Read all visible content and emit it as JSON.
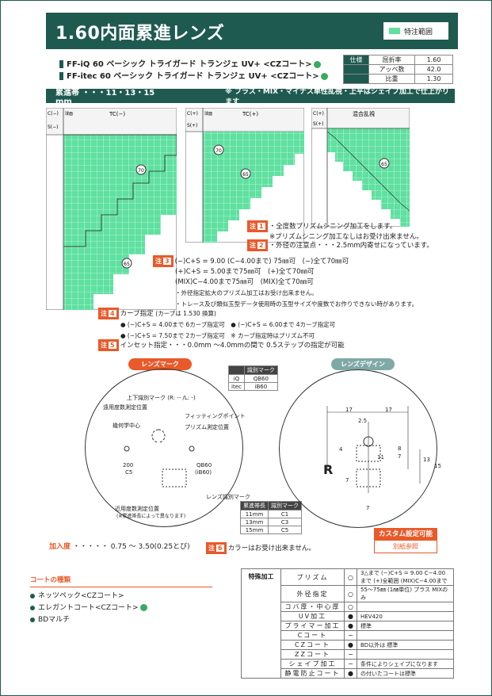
{
  "title": "1.60内面累進レンズ",
  "legend": "特注範囲",
  "products": [
    "FF-iQ 60 ベーシック トライガード トランジェ UV+ <CZコート>",
    "FF-itec 60 ベーシック トライガード トランジェ UV+ <CZコート>"
  ],
  "spec": {
    "label": "仕様",
    "rows": [
      [
        "屈折率",
        "1.60"
      ],
      [
        "アッベ数",
        "42.0"
      ],
      [
        "比重",
        "1.30"
      ]
    ]
  },
  "band": {
    "title": "累進帯 ・・・11・13・15 mm",
    "note": "※ プラス・MIX・マイナス単性乱視・上平はシェイプ加工で仕上がります"
  },
  "charts": [
    {
      "ref": "C(−)",
      "sph": "S(−)",
      "hdr": "TC(−)",
      "corner": "球面",
      "labels": [
        "70",
        "65"
      ]
    },
    {
      "ref": "C(+)",
      "sph": "S(+)",
      "hdr": "TC(+)",
      "corner": "球面",
      "labels": [
        "70",
        "65"
      ]
    },
    {
      "ref": "C(+)",
      "sph": "S(+)",
      "hdr": "混合乱視",
      "corner": "",
      "labels": [
        "65"
      ]
    }
  ],
  "notes": {
    "n1": {
      "tag": "注",
      "num": "1",
      "l1": "・全度数プリズムシニング加工をします。",
      "l2": "※プリズムシニング加工なしはお受け出来ません。"
    },
    "n2": {
      "tag": "注",
      "num": "2",
      "l1": "・外径の注意点・・・2.5mm内寄せになっています。"
    },
    "n3": {
      "tag": "注",
      "num": "3",
      "l1": "(−)C+S = 9.00 (C−4.00まで) 75㎜可　(−)全て70㎜可",
      "l2": "(+)C+S = 5.00まで75㎜可　(+)全て70㎜可",
      "l3": "(MIX)C−4.00まで75㎜可　(MIX)全て70㎜可",
      "l4": "・外径指定拡大のプリズム加工はお受け出来ません。",
      "l5": "・トレース及び類似玉型データ使用時の玉型サイズや度数でお作りできない時があります。"
    },
    "n4": {
      "tag": "注",
      "num": "4",
      "title": "カーブ指定",
      "sub": "(カーブは 1.530 換算)",
      "l1": "● (−)C+S = 4.00まで 6カーブ指定可　● (−)C+S = 6.00まで 4カーブ指定可",
      "l2": "● (−)C+S = 7.50まで 2カーブ指定可　※ カーブ指定時はプリズム不可"
    },
    "n5": {
      "tag": "注",
      "num": "5",
      "l1": "インセット指定・・・0.0mm 〜4.0mmの間で 0.5ステップの指定が可能"
    },
    "n6": {
      "tag": "注",
      "num": "6",
      "l1": "カラーはお受け出来ません。"
    }
  },
  "mark": {
    "pill": "レンズマーク",
    "t_h": "識別マーク",
    "t_rows": [
      [
        "iQ",
        "QB60"
      ],
      [
        "itec",
        "iB60"
      ]
    ],
    "labels": [
      "上下識別マーク (R: -- /L: -)",
      "遠用度数測定位置",
      "フィッティングポイント",
      "幾何学中心",
      "プリズム測定位置",
      "200",
      "C5",
      "QB60",
      "(iB60)",
      "レンズ識別マーク",
      "近用度数測定位置",
      "(※累進帯長によって異なります)"
    ],
    "prog_h": [
      "累進帯長",
      "識別マーク"
    ],
    "prog": [
      [
        "11mm",
        "C1"
      ],
      [
        "13mm",
        "C3"
      ],
      [
        "15mm",
        "C5"
      ]
    ]
  },
  "add": {
    "label": "加入度",
    "value": "0.75 〜 3.50(0.25とび)"
  },
  "design": {
    "pill": "レンズデザイン",
    "dims": [
      "17",
      "17",
      "2.5",
      "4",
      "11",
      "8",
      "7",
      "13",
      "15",
      "7",
      "7"
    ],
    "r": "R"
  },
  "custom": {
    "title": "カスタム設定可能",
    "sub": "別紙参照"
  },
  "coats": {
    "heading": "コートの種類",
    "items": [
      "ネッツペック<CZコート>",
      "エレガントコート<CZコート>",
      "BDマルチ"
    ]
  },
  "proc": {
    "head": "特殊加工",
    "rows": [
      [
        "プリズム",
        "○",
        "3△まで (−)C+S = 9.00 C−4.00まで (+)全範囲 (MIX)C−4.00まで"
      ],
      [
        "外径指定",
        "○",
        "55〜75㎜ (1㎜単位) プラス MIXのみ"
      ],
      [
        "コバ厚・中心厚",
        "○",
        ""
      ],
      [
        "UV加工",
        "●",
        "HEV420"
      ],
      [
        "プライマー加工",
        "●",
        "標準"
      ],
      [
        "Cコート",
        "−",
        ""
      ],
      [
        "CZコート",
        "●",
        "BD以外は 標準"
      ],
      [
        "ZZコート",
        "−",
        ""
      ],
      [
        "シェイプ加工",
        "−",
        "条件によりシェイプになります"
      ],
      [
        "静電防止コート",
        "●",
        "の付いたコートは標準"
      ]
    ]
  }
}
